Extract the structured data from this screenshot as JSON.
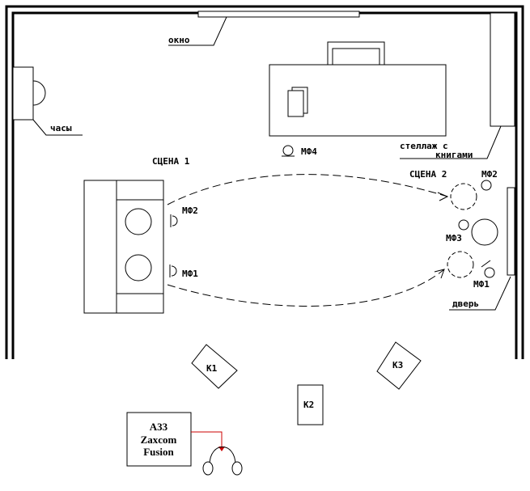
{
  "labels": {
    "window": "окно",
    "clock": "часы",
    "shelf_line1": "стеллаж с",
    "shelf_line2": "книгами",
    "mic4": "МФ4",
    "scene1": "СЦЕНА 1",
    "scene2": "СЦЕНА 2",
    "s1_mic2": "МФ2",
    "s1_mic1": "МФ1",
    "s2_mic2": "МФ2",
    "s2_mic3": "МФ3",
    "s2_mic1": "МФ1",
    "door": "дверь",
    "camera1": "К1",
    "camera2": "К2",
    "camera3": "К3",
    "recorder_line1": "A33",
    "recorder_line2": "Zaxcom",
    "recorder_line3": "Fusion"
  },
  "colors": {
    "ink": "#000000",
    "background": "#ffffff",
    "signal_arrow": "#cc0000"
  },
  "icons": {
    "headphones": "headphones-icon",
    "microphone": "microphone-icon"
  }
}
